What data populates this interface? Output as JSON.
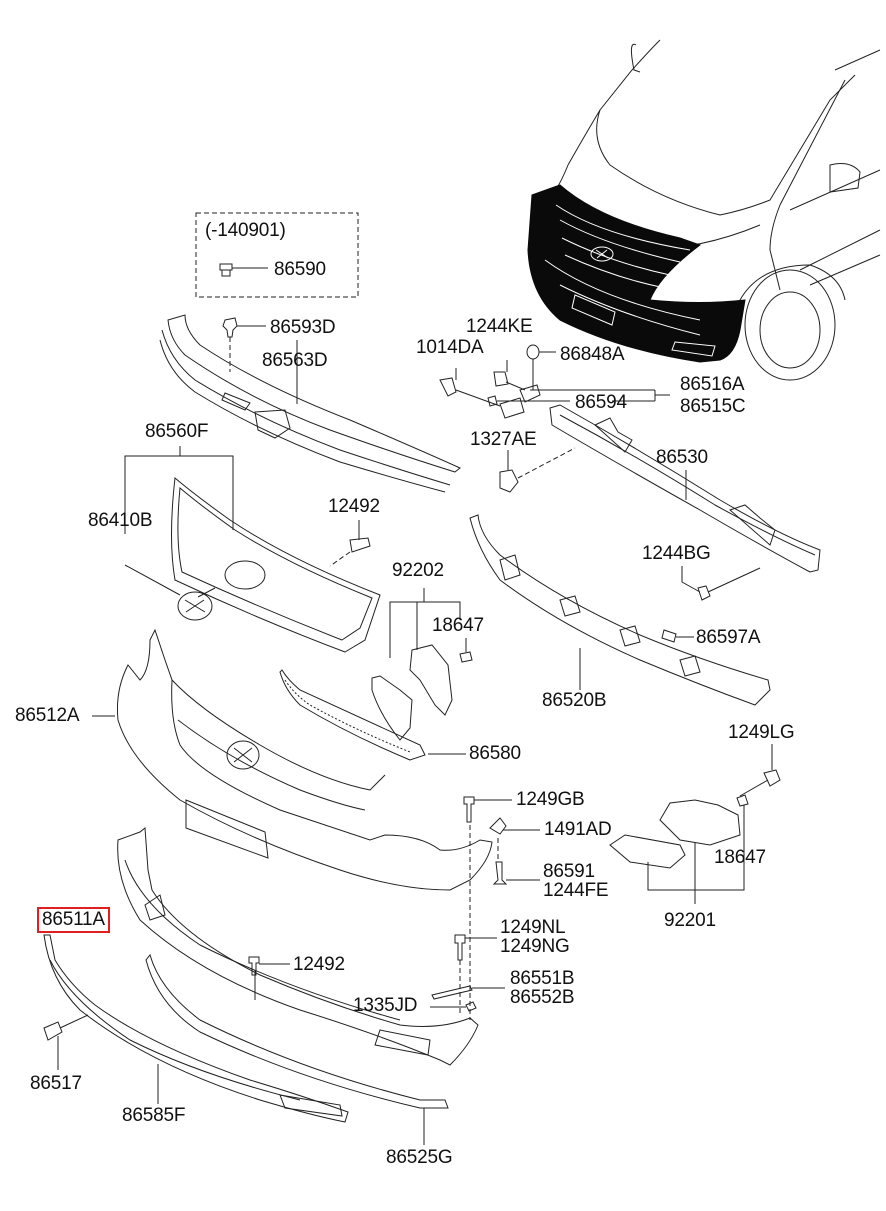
{
  "diagram": {
    "title": "Hyundai front bumper exploded parts diagram",
    "highlight_color": "#e02020",
    "highlighted_part": "86511A",
    "date_box": {
      "range_label": "(-140901)",
      "part": "86590"
    },
    "labels": {
      "p86593D": "86593D",
      "p86563D": "86563D",
      "p86560F": "86560F",
      "p86410B": "86410B",
      "p12492a": "12492",
      "p1244KE": "1244KE",
      "p1014DA": "1014DA",
      "p86848A": "86848A",
      "p86516A": "86516A",
      "p86515C": "86515C",
      "p86594": "86594",
      "p1327AE": "1327AE",
      "p86530": "86530",
      "p1244BG": "1244BG",
      "p92202": "92202",
      "p18647a": "18647",
      "p86597A": "86597A",
      "p86520B": "86520B",
      "p86512A": "86512A",
      "p86580": "86580",
      "p1249LG": "1249LG",
      "p1249GB": "1249GB",
      "p1491AD": "1491AD",
      "p86591": "86591",
      "p1244FE": "1244FE",
      "p18647b": "18647",
      "p92201": "92201",
      "p86511A": "86511A",
      "p1249NL": "1249NL",
      "p1249NG": "1249NG",
      "p12492b": "12492",
      "p86551B": "86551B",
      "p86552B": "86552B",
      "p1335JD": "1335JD",
      "p86517": "86517",
      "p86585F": "86585F",
      "p86525G": "86525G"
    }
  }
}
